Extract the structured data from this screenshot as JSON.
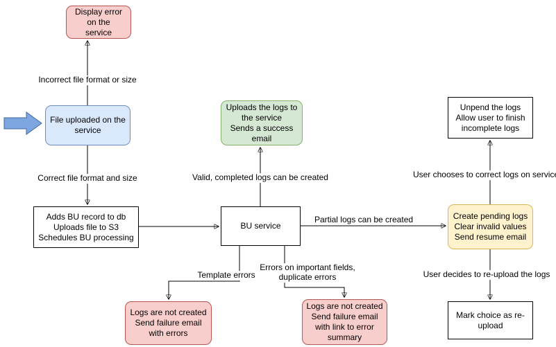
{
  "diagram": {
    "background": "#ffffff",
    "nodes": {
      "display_error": {
        "text": "Display error on the\nservice",
        "fill": "#f8cecc",
        "stroke": "#b85450",
        "shape": "rounded"
      },
      "file_uploaded": {
        "text": "File uploaded on the\nservice",
        "fill": "#dae8fc",
        "stroke": "#6c8ebf",
        "shape": "rounded"
      },
      "adds_bu_record": {
        "text": "Adds BU record to db\nUploads file to S3\nSchedules BU processing",
        "fill": "#ffffff",
        "stroke": "#000000",
        "shape": "rect"
      },
      "bu_service": {
        "text": "BU service",
        "fill": "#ffffff",
        "stroke": "#000000",
        "shape": "rect"
      },
      "uploads_logs": {
        "text": "Uploads the logs to\nthe service\nSends a success\nemail",
        "fill": "#d5e8d4",
        "stroke": "#82b366",
        "shape": "rounded"
      },
      "unpend_logs": {
        "text": "Unpend the logs\nAllow user to finish\nincomplete logs",
        "fill": "#ffffff",
        "stroke": "#000000",
        "shape": "rect"
      },
      "create_pending": {
        "text": "Create pending logs\nClear invalid values\nSend resume email",
        "fill": "#fff2cc",
        "stroke": "#d6b656",
        "shape": "rounded"
      },
      "mark_reupload": {
        "text": "Mark choice as re-\nupload",
        "fill": "#ffffff",
        "stroke": "#000000",
        "shape": "rect"
      },
      "logs_not_created_errors": {
        "text": "Logs are not created\nSend failure email\nwith errors",
        "fill": "#f8cecc",
        "stroke": "#b85450",
        "shape": "rounded"
      },
      "logs_not_created_summary": {
        "text": "Logs are not created\nSend failure email\nwith link to error\nsummary",
        "fill": "#f8cecc",
        "stroke": "#b85450",
        "shape": "rounded"
      }
    },
    "edges": {
      "incorrect_format": "Incorrect file format or size",
      "correct_format": "Correct file format and size",
      "valid_completed": "Valid, completed logs can be created",
      "partial_logs": "Partial logs can be created",
      "correct_on_service": "User chooses to correct logs on service",
      "reupload": "User decides to re-upload the logs",
      "template_errors": "Template errors",
      "important_field_errors": "Errors on important fields,\nduplicate errors"
    },
    "icons": {
      "input_arrow": {
        "name": "input-arrow-icon",
        "fill": "#7ea6e0",
        "stroke": "#41679f"
      }
    },
    "line_color": "#000000"
  }
}
